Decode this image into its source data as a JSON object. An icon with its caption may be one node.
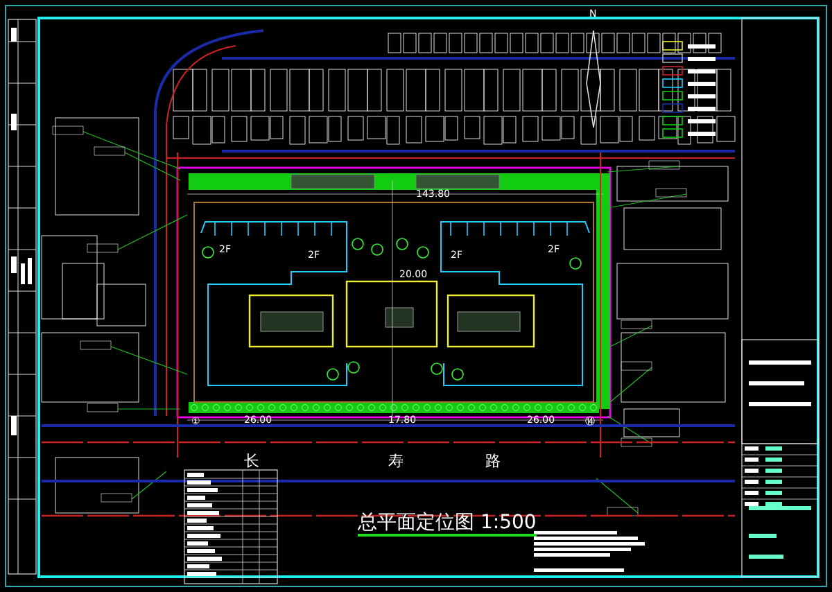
{
  "diagram": {
    "title": "总平面定位图 1:500",
    "labels": [
      "N",
      "143.80",
      "2F",
      "2F",
      "20.00",
      "2F",
      "2F",
      "①",
      "26.00",
      "17.80",
      "26.00",
      "⑭",
      "长",
      "寿",
      "路"
    ]
  }
}
